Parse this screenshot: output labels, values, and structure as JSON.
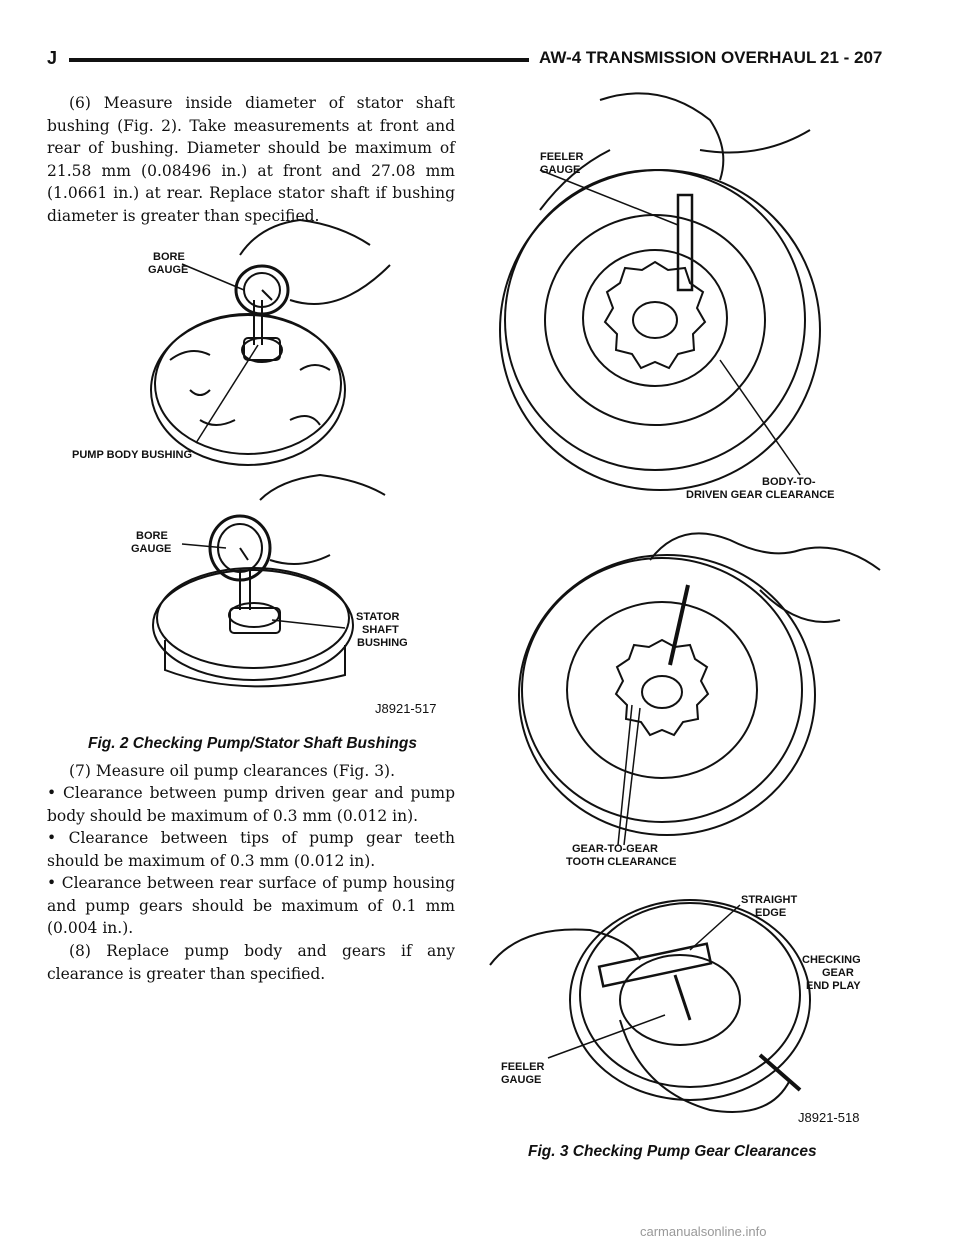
{
  "header": {
    "section": "J",
    "title": "AW-4 TRANSMISSION OVERHAUL",
    "page": "21 - 207"
  },
  "body": {
    "step6": "(6) Measure inside diameter of stator shaft bushing (Fig. 2). Take measurements at front and rear of bushing. Diameter should be maximum of 21.58 mm (0.08496 in.) at front and 27.08 mm (1.0661 in.) at rear. Replace stator shaft if bushing diameter is greater than specified.",
    "step7": "(7) Measure oil pump clearances (Fig. 3).",
    "bullets": [
      "Clearance between pump driven gear and pump body should be maximum of 0.3 mm (0.012 in).",
      "Clearance between tips of pump gear teeth should be maximum of 0.3 mm (0.012 in).",
      "Clearance between rear surface of pump housing and pump gears should be maximum of 0.1 mm (0.004 in.)."
    ],
    "step8": "(8) Replace pump body and gears if any clearance is greater than specified."
  },
  "fig2": {
    "caption": "Fig. 2 Checking Pump/Stator Shaft Bushings",
    "id": "J8921-517",
    "labels": {
      "bore1_a": "BORE",
      "bore1_b": "GAUGE",
      "pump_bushing": "PUMP BODY BUSHING",
      "bore2_a": "BORE",
      "bore2_b": "GAUGE",
      "stator_a": "STATOR",
      "stator_b": "SHAFT",
      "stator_c": "BUSHING"
    }
  },
  "fig3": {
    "caption": "Fig. 3 Checking Pump Gear Clearances",
    "id": "J8921-518",
    "labels": {
      "feeler1_a": "FEELER",
      "feeler1_b": "GAUGE",
      "body_a": "BODY-TO-",
      "body_b": "DRIVEN GEAR CLEARANCE",
      "gear_a": "GEAR-TO-GEAR",
      "gear_b": "TOOTH CLEARANCE",
      "straight_a": "STRAIGHT",
      "straight_b": "EDGE",
      "checking_a": "CHECKING",
      "checking_b": "GEAR",
      "checking_c": "END PLAY",
      "feeler2_a": "FEELER",
      "feeler2_b": "GAUGE"
    }
  },
  "footer": {
    "watermark": "carmanualsonline.info"
  }
}
